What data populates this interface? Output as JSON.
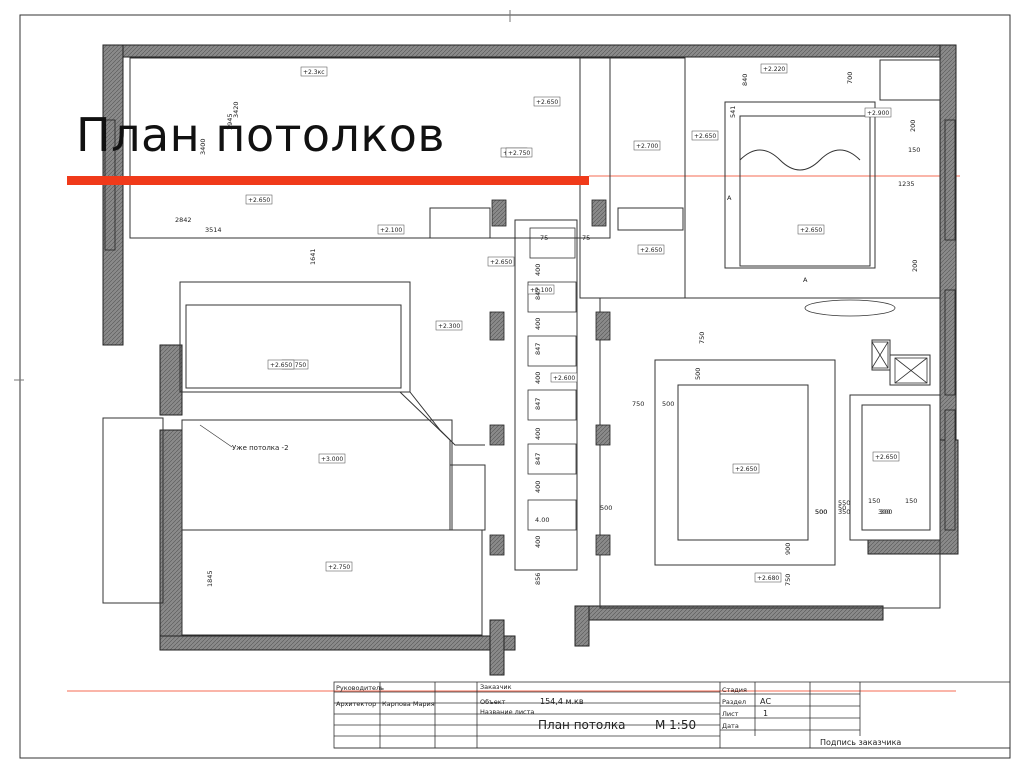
{
  "slide": {
    "title": "План потолков",
    "accent_color": "#f03a1a"
  },
  "elevations": [
    "+2.3кс",
    "+2.650",
    "+2.700",
    "+2.200",
    "+2.650",
    "+2.220",
    "+2.900",
    "+2.100",
    "+2.650",
    "+2.100",
    "+2.300",
    "+2.650",
    "+2.650",
    "+2.750",
    "+2.600",
    "+2.650",
    "+2.650",
    "+2.680",
    "+3.000",
    "+2.750",
    "+2.650",
    "+2.750",
    "+2.650"
  ],
  "dimensions": [
    "3420",
    "3945",
    "3400",
    "2842",
    "3514",
    "541",
    "840",
    "700",
    "200",
    "150",
    "1235",
    "200",
    "75",
    "75",
    "400",
    "847",
    "400",
    "847",
    "400",
    "847",
    "400",
    "847",
    "400",
    "400",
    "856",
    "4.00",
    "500",
    "750",
    "500",
    "750",
    "500",
    "550",
    "500",
    "50",
    "150",
    "150",
    "300",
    "500",
    "350",
    "300",
    "900",
    "750",
    "1845",
    "1641",
    "A",
    "A"
  ],
  "notes": {
    "level": "Уже потолка -2"
  },
  "stamp": {
    "rukovoditel_label": "Руководитель",
    "architect_label": "Архитектор",
    "architect_name": "Карпова Мария",
    "customer_label": "Заказчик",
    "object_label": "Объект",
    "object_value": "154,4 м.кв",
    "sheet_name_label": "Название листа",
    "sheet_name": "План потолка",
    "scale": "М 1:50",
    "stage_label": "Стадия",
    "section_label": "Раздел",
    "section_value": "АС",
    "sheet_label": "Лист",
    "sheet_value": "1",
    "date_label": "Дата",
    "signature_label": "Подпись заказчика"
  }
}
